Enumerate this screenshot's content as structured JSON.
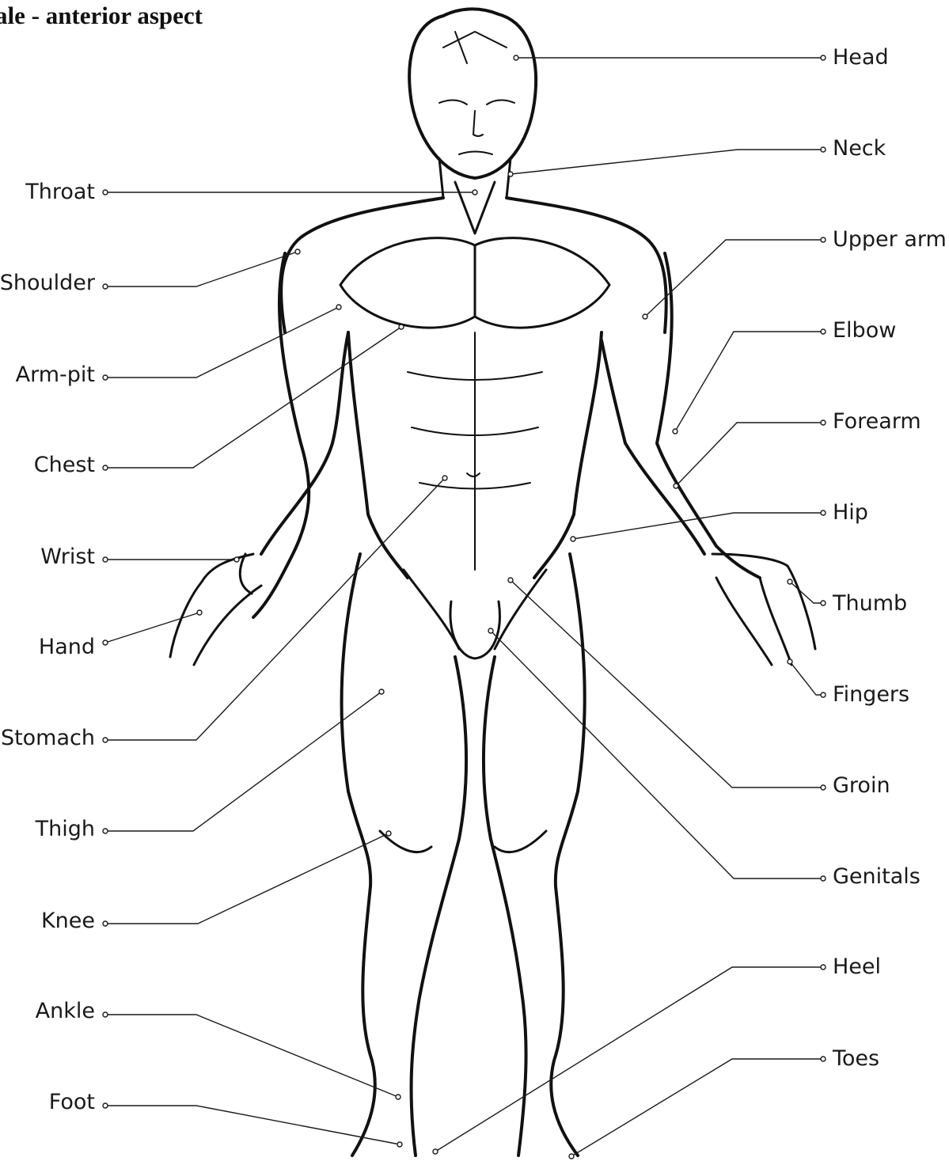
{
  "title": "ale - anterior aspect",
  "colors": {
    "ink": "#111111",
    "leader": "#1a1a1a",
    "paper": "#ffffff"
  },
  "labels": {
    "left": {
      "throat": "Throat",
      "shoulder": "Shoulder",
      "armpit": "Arm-pit",
      "chest": "Chest",
      "wrist": "Wrist",
      "hand": "Hand",
      "stomach": "Stomach",
      "thigh": "Thigh",
      "knee": "Knee",
      "ankle": "Ankle",
      "foot": "Foot"
    },
    "right": {
      "head": "Head",
      "neck": "Neck",
      "upper_arm": "Upper arm",
      "elbow": "Elbow",
      "forearm": "Forearm",
      "hip": "Hip",
      "thumb": "Thumb",
      "fingers": "Fingers",
      "groin": "Groin",
      "genitals": "Genitals",
      "heel": "Heel",
      "toes": "Toes"
    }
  }
}
